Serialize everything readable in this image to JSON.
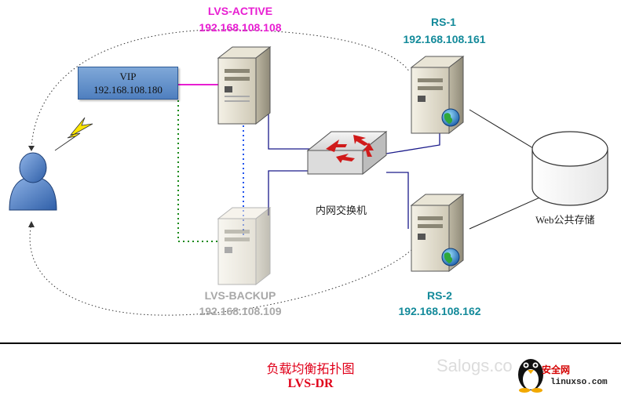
{
  "nodes": {
    "lvs_active": {
      "name": "LVS-ACTIVE",
      "ip": "192.168.108.108"
    },
    "lvs_backup": {
      "name": "LVS-BACKUP",
      "ip": "192.168.108.109"
    },
    "rs1": {
      "name": "RS-1",
      "ip": "192.168.108.161"
    },
    "rs2": {
      "name": "RS-2",
      "ip": "192.168.108.162"
    },
    "vip": {
      "name": "VIP",
      "ip": "192.168.108.180"
    },
    "switch": {
      "label": "内网交换机"
    },
    "storage": {
      "label": "Web公共存储"
    }
  },
  "caption": {
    "line1": "负载均衡拓扑图",
    "line2": "LVS-DR"
  },
  "watermark": {
    "text": "Salogs.co",
    "brand": "安全网",
    "brand_url": "linuxso.com"
  },
  "colors": {
    "active": "#e81ed2",
    "rs": "#138a9a",
    "backup": "#a8a8a8",
    "caption": "#e0001a",
    "network_line": "#1a1a8a"
  }
}
